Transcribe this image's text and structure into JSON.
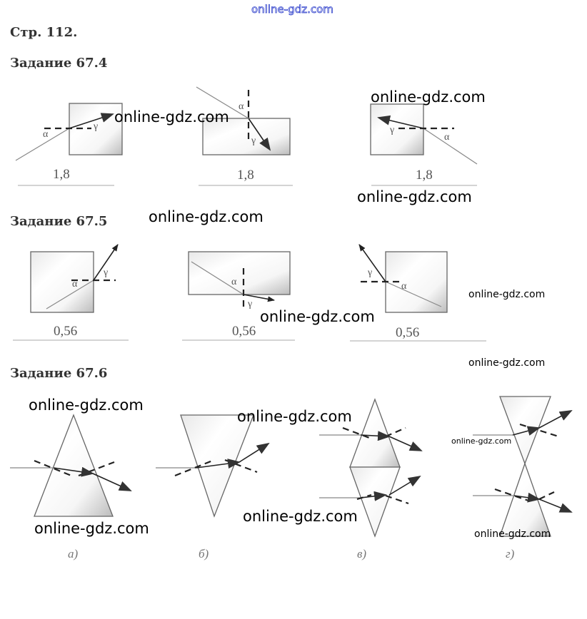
{
  "watermark_top": "online-gdz.com",
  "page_header": "Стр. 112.",
  "tasks": [
    {
      "title": "Задание 67.4",
      "answers": [
        "1,8",
        "1,8",
        "1,8"
      ]
    },
    {
      "title": "Задание 67.5",
      "answers": [
        "0,56",
        "0,56",
        "0,56"
      ]
    },
    {
      "title": "Задание 67.6",
      "sublabels": [
        "а)",
        "б)",
        "в)",
        "г)"
      ]
    }
  ],
  "angle_labels": {
    "alpha": "α",
    "gamma": "γ"
  },
  "watermarks": [
    "online-gdz.com",
    "online-gdz.com",
    "online-gdz.com",
    "online-gdz.com",
    "online-gdz.com",
    "online-gdz.com",
    "online-gdz.com",
    "online-gdz.com",
    "online-gdz.com",
    "online-gdz.com",
    "online-gdz.com",
    "online-gdz.com",
    "online-gdz.com"
  ]
}
